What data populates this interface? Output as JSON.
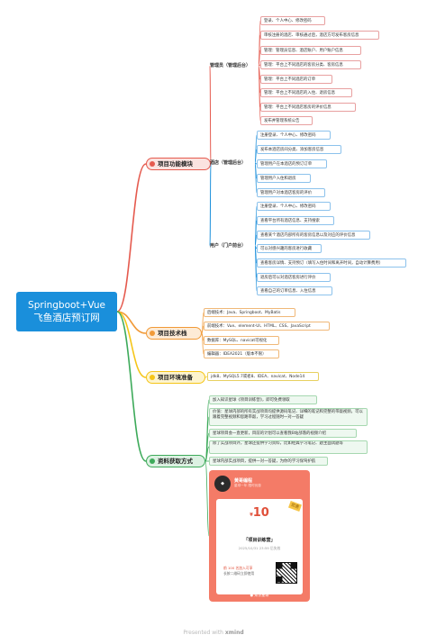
{
  "colors": {
    "red": "#e55a4e",
    "blue": "#1a8fdb",
    "orange": "#f19a38",
    "yellow": "#f5c518",
    "green": "#3daa5a"
  },
  "root": {
    "line1": "Springboot+Vue",
    "line2": "飞鱼酒店预订网"
  },
  "branches": [
    {
      "id": "func",
      "label": "项目功能模块",
      "subs": [
        {
          "label": "管理员（管理后台）",
          "leaves": [
            "登录、个人中心、修改密码",
            "审核注册的酒店、审核通过后，酒店方可发布客房信息",
            "管理：管理员信息、酒店账户、用户账户信息",
            "管理：平台上不同酒店的客房分类、客房信息",
            "管理：平台上不同酒店的订单",
            "管理：平台上不同酒店的入住、退房信息",
            "管理：平台上不同酒店客房的评价信息",
            "发布并管理系统公告"
          ]
        },
        {
          "label": "酒店（管理后台）",
          "leaves": [
            "注册登录、个人中心、修改密码",
            "发布本酒店房间分类、添加客房信息",
            "管理用户在本酒店的预订订单",
            "管理用户入住和退房",
            "管理用户对本酒店客房的评价"
          ]
        },
        {
          "label": "用户（门户前台）",
          "leaves": [
            "注册登录、个人中心、修改密码",
            "查看平台所有酒店信息、支持搜索",
            "查看某个酒店内部所有的客房信息以及对应的评价信息",
            "可以对感兴趣的客房进行收藏",
            "查看客房详情、支持预订（填写入住时间和离开时间，自动计算费用）",
            "退房后可以对酒店客房进行评价",
            "查看自己的订单信息、入住信息"
          ]
        }
      ]
    },
    {
      "id": "tech",
      "label": "项目技术栈",
      "leaves": [
        "后端技术：Java、Springboot、MyBatis",
        "前端技术：Vue、element-UI、HTML、CSS、JavaScript",
        "数据库：MySQL、navicat可视化",
        "编辑器：IDEA2021（版本不限）"
      ]
    },
    {
      "id": "env",
      "label": "项目环境准备",
      "leaves": [
        "jdk8、MySQL5.7或者8、IDEA、navicat、Node14"
      ]
    },
    {
      "id": "source",
      "label": "资料获取方式",
      "leaves": [
        "加入知识星球《项目训练营》，即可免费领取",
        "价值：星球内部的所有实战项目均提供源码笔记、详细的笔记和完整的带敲视频，可以跟着完整视频和思路带敲，学习过程随时一对一答疑",
        "星球项目会一直更新，目前的计划可以查看我B站部落的视频介绍",
        "除了实战项目外，星球还提供学习资料，比如经典学习笔记、题主面试题等",
        "星球内部实战项目，提供一对一答疑，为你的学习保驾护航"
      ]
    }
  ],
  "card": {
    "name": "黄哥编程",
    "subtitle": "星球一年 限时优惠",
    "price_symbol": "¥",
    "price": "10",
    "ribbon": "优惠",
    "course": "「项目训练营」",
    "date": "2025/10/31 23:59 后失效",
    "note1": "前 100 名加入可享",
    "note2": "长按二维码立即使用",
    "footer": "● 知识星球"
  },
  "footer": {
    "prefix": "Presented with",
    "brand": "xmind"
  }
}
